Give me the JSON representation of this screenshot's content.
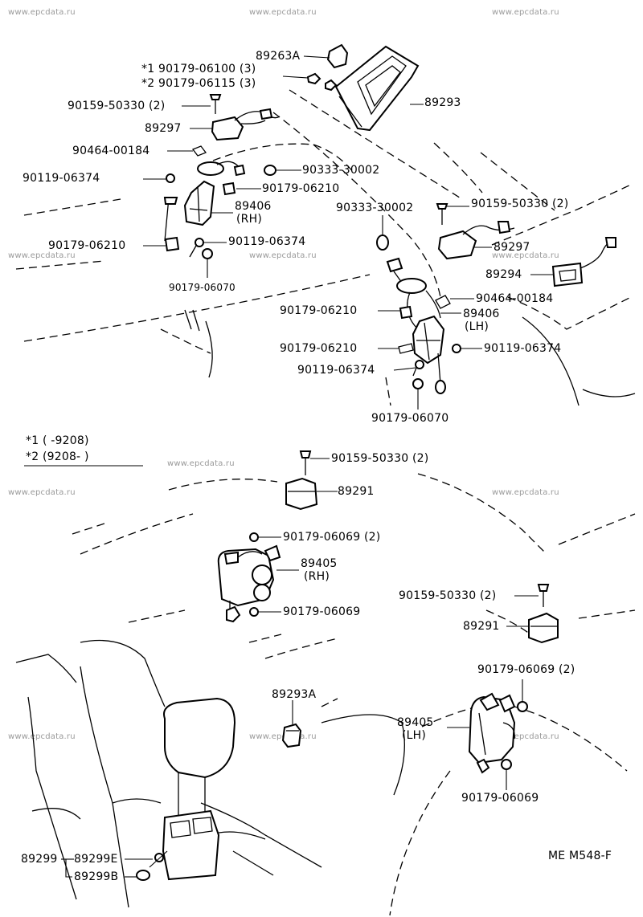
{
  "watermark": "www.epcdata.ru",
  "figure_code": "ME M548-F",
  "legend": {
    "note1": "*1  (      -9208)",
    "note2": "*2  (9208-       )"
  },
  "labels": {
    "p89263a": "89263A",
    "p90179_06100": "*1  90179-06100 (3)",
    "p90179_06115": "*2  90179-06115 (3)",
    "p89293": "89293",
    "p90159_50330_a": "90159-50330 (2)",
    "p89297_a": "89297",
    "p90464_00184_a": "90464-00184",
    "p90333_30002_a": "90333-30002",
    "p90119_06374_a": "90119-06374",
    "p90179_06210_a": "90179-06210",
    "p89406_rh_1": "89406",
    "p89406_rh_2": "(RH)",
    "p90179_06210_b": "90179-06210",
    "p90119_06374_b": "90119-06374",
    "p90179_06070_a": "90179-06070",
    "p90333_30002_b": "90333-30002",
    "p90159_50330_b": "90159-50330 (2)",
    "p89297_b": "89297",
    "p89294": "89294",
    "p90464_00184_b": "90464-00184",
    "p90179_06210_c": "90179-06210",
    "p89406_lh_1": "89406",
    "p89406_lh_2": "(LH)",
    "p90179_06210_d": "90179-06210",
    "p90119_06374_c": "90119-06374",
    "p90119_06374_d": "90119-06374",
    "p90179_06070_b": "90179-06070",
    "p90159_50330_c": "90159-50330 (2)",
    "p89291_a": "89291",
    "p90179_06069_a": "90179-06069 (2)",
    "p89405_rh_1": "89405",
    "p89405_rh_2": "(RH)",
    "p90179_06069_b": "90179-06069",
    "p90159_50330_d": "90159-50330 (2)",
    "p89291_b": "89291",
    "p90179_06069_c": "90179-06069 (2)",
    "p89293a": "89293A",
    "p89405_lh_1": "89405",
    "p89405_lh_2": "(LH)",
    "p90179_06069_d": "90179-06069",
    "p89299": "89299",
    "p89299e": "89299E",
    "p89299b": "89299B"
  }
}
